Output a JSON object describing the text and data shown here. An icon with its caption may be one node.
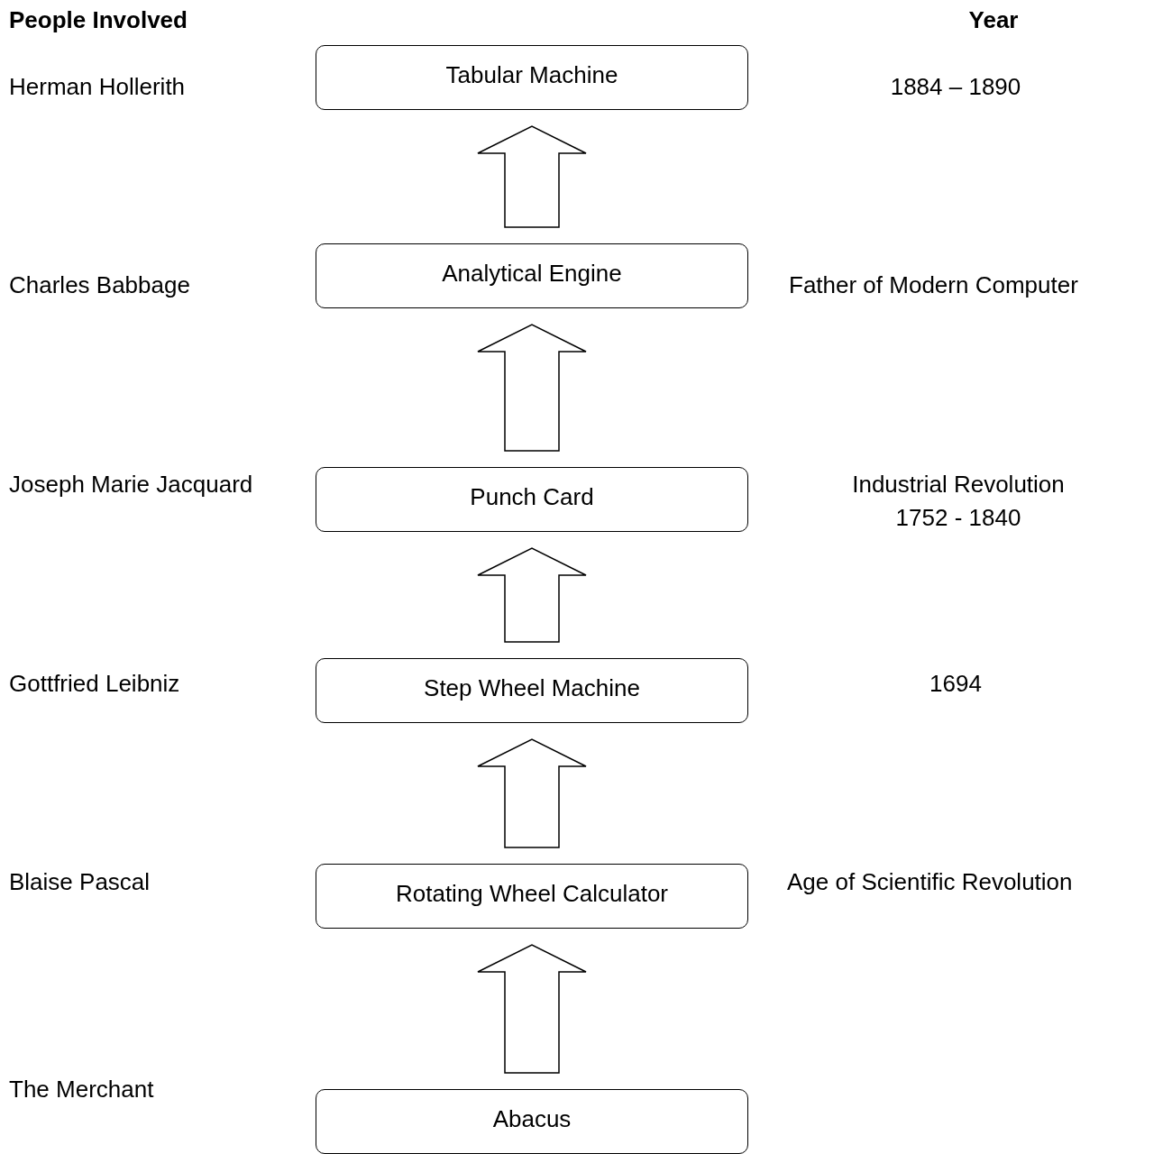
{
  "diagram": {
    "nodes": [
      {
        "text": [
          "Tabular Machine"
        ]
      },
      {
        "text": [
          "Analytical Engine"
        ]
      },
      {
        "text": [
          "Punch Card"
        ]
      },
      {
        "text": [
          "Step Wheel Machine"
        ]
      },
      {
        "text": [
          "Rotating Wheel Calculator"
        ]
      },
      {
        "text": [
          "Abacus"
        ]
      }
    ],
    "edges": [
      {
        "from": 5,
        "to": 4,
        "arrow": "to"
      },
      {
        "from": 4,
        "to": 3,
        "arrow": "to"
      },
      {
        "from": 3,
        "to": 2,
        "arrow": "to"
      },
      {
        "from": 2,
        "to": 1,
        "arrow": "to"
      },
      {
        "from": 1,
        "to": 0,
        "arrow": "to"
      }
    ],
    "labels": [
      "People Involved",
      "Year",
      "Herman Hollerith",
      "1884 – 1890",
      "Charles Babbage",
      "Father of Modern Computer",
      "Joseph Marie Jacquard",
      "Industrial Revolution 1752 - 1840",
      "Gottfried Leibniz",
      "1694",
      "Blaise Pascal",
      "Age of Scientific Revolution",
      "The Merchant"
    ]
  }
}
